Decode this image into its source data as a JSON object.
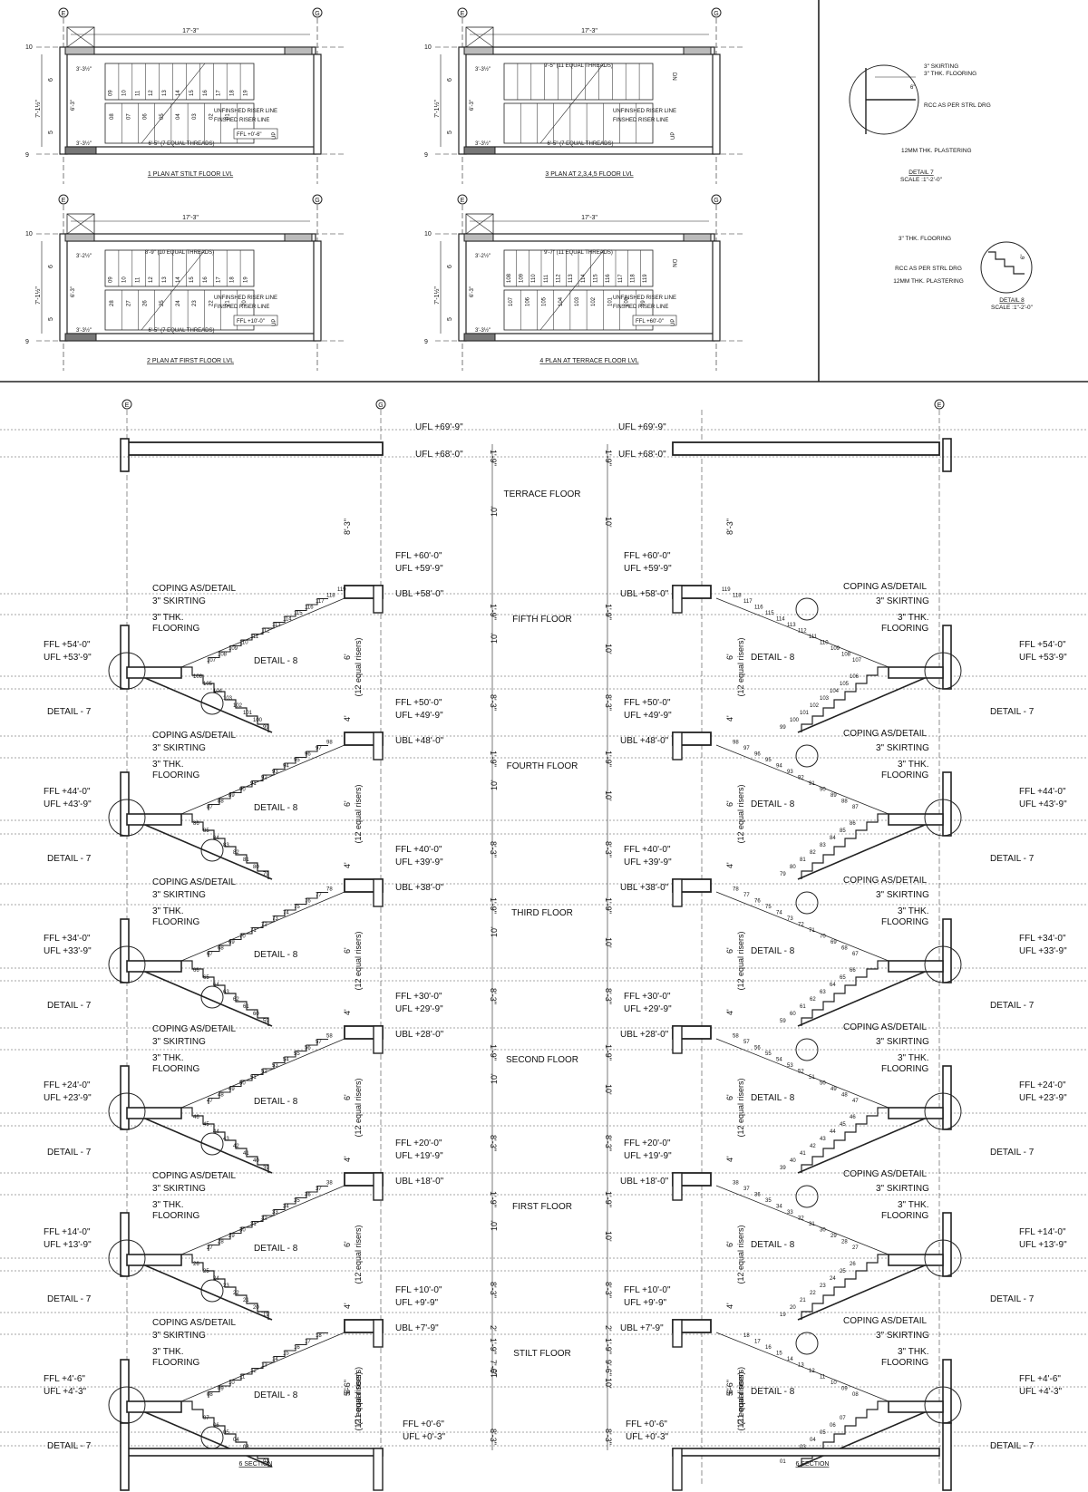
{
  "grid_labels": {
    "e": "E",
    "g": "G",
    "row10": "10",
    "row9": "9",
    "row6": "6",
    "row5": "5"
  },
  "plans": [
    {
      "id": "p1",
      "title": "1 PLAN AT STILT FLOOR LVL",
      "width_dim": "17'-3\"",
      "side_dim": "7'-1½\"",
      "top_dim": "3'-3½\"",
      "bottom_dim": "3'-3½\"",
      "mid_dim": "6'-3\"",
      "run_upper": "",
      "run_lower": "6'-5\" (7 EQUAL THREADS)",
      "treads_upper": [
        "09",
        "10",
        "11",
        "12",
        "13",
        "14",
        "15",
        "16",
        "17",
        "18",
        "19"
      ],
      "treads_lower": [
        "08",
        "07",
        "06",
        "05",
        "04",
        "03",
        "02",
        "01"
      ],
      "note1": "UNFINSHED RISER LINE",
      "note2": "FINSHED RISER LINE",
      "ffl": "FFL  +0'-6\"",
      "arrow": "UP"
    },
    {
      "id": "p3",
      "title": "3 PLAN AT 2,3,4,5 FLOOR LVL",
      "width_dim": "17'-3\"",
      "side_dim": "7'-1½\"",
      "top_dim": "3'-3½\"",
      "bottom_dim": "3'-3½\"",
      "mid_dim": "6'-3\"",
      "run_upper": "9'-5\" (11 EQUAL THREADS)",
      "run_lower": "6'-5\" (7 EQUAL THREADS)",
      "treads_upper": [],
      "treads_lower": [],
      "note1": "UNFINSHED RISER LINE",
      "note2": "FINSHED RISER LINE",
      "ffl": "",
      "arrow": "UP",
      "arrow2": "DN"
    },
    {
      "id": "p2",
      "title": "2 PLAN AT FIRST FLOOR LVL",
      "width_dim": "17'-3\"",
      "side_dim": "7'-1½\"",
      "top_dim": "3'-2½\"",
      "bottom_dim": "3'-3½\"",
      "mid_dim": "6'-3\"",
      "run_upper": "8'-9\" (10 EQUAL THREADS)",
      "run_lower": "6'-5\" (7 EQUAL THREADS)",
      "treads_upper": [
        "09",
        "10",
        "11",
        "12",
        "13",
        "14",
        "15",
        "16",
        "17",
        "18",
        "19"
      ],
      "treads_lower": [
        "28",
        "27",
        "26",
        "25",
        "24",
        "23",
        "22",
        "21",
        "20"
      ],
      "note1": "UNFINSHED RISER LINE",
      "note2": "FINSHED RISER LINE",
      "ffl": "FFL  +10'-0\"",
      "arrow": "UP"
    },
    {
      "id": "p4",
      "title": "4 PLAN AT TERRACE FLOOR LVL",
      "width_dim": "17'-3\"",
      "side_dim": "7'-1½\"",
      "top_dim": "3'-2½\"",
      "bottom_dim": "3'-3½\"",
      "mid_dim": "6'-3\"",
      "run_upper": "9'-7\" (11 EQUAL THREADS)",
      "run_lower": "",
      "treads_upper": [
        "108",
        "109",
        "110",
        "111",
        "112",
        "113",
        "114",
        "115",
        "116",
        "117",
        "118",
        "119"
      ],
      "treads_lower": [
        "107",
        "106",
        "105",
        "104",
        "103",
        "102",
        "101",
        "100",
        "99"
      ],
      "note1": "UNFINSHED RISER LINE",
      "note2": "FINSHED RISER LINE",
      "ffl": "FFL +60'-0\"",
      "arrow": "UP",
      "arrow2": "DN"
    }
  ],
  "detail7": {
    "title": "DETAIL 7",
    "scale": "SCALE :1\"-2'-0\"",
    "note_skirting": "3\" SKIRTING",
    "note_flooring": "3\" THK. FLOORING",
    "note_rcc": "RCC AS PER STRL DRG",
    "note_plaster": "12MM THK. PLASTERING",
    "dim": "6\""
  },
  "detail8": {
    "title": "DETAIL 8",
    "scale": "SCALE :1\"-2'-0\"",
    "note_flooring": "3\" THK. FLOORING",
    "note_rcc": "RCC AS PER STRL DRG",
    "note_plaster": "12MM THK. PLASTERING",
    "dim1": "6\"",
    "dim2": "6\""
  },
  "section": {
    "section_label": "6 SECTION",
    "roof_top": "UFL +69'-9\"",
    "roof_bottom": "UFL +68'-0\"",
    "terrace": "TERRACE FLOOR",
    "dim_8_3": "8'-3\"",
    "dim_1_9": "1'-9\"",
    "dim_10": "10'",
    "dim_6": "6'",
    "dim_4": "4'",
    "dim_2": "2'",
    "dim_7_6": "7'-6\"",
    "dim_9_6": "9'-6\"",
    "dim_5_6": "5'-6\"",
    "risers12": "(12 equal risers)",
    "risers11": "(11 equal risers)",
    "coping": "COPING AS/DETAIL",
    "skirting": "3\" SKIRTING",
    "flooring1": "3\" THK.",
    "flooring2": "FLOORING",
    "detail8": "DETAIL - 8",
    "detail7": "DETAIL - 7",
    "floors": [
      {
        "name": "FIFTH FLOOR",
        "landing_ffl": "FFL +60'-0\"",
        "landing_ufl": "UFL +59'-9\"",
        "ubl": "UBL +58'-0\"",
        "mid_ffl": "FFL +54'-0\"",
        "mid_ufl": "UFL +53'-9\"",
        "upper": [
          "107",
          "108",
          "109",
          "110",
          "111",
          "112",
          "113",
          "114",
          "115",
          "116",
          "117",
          "118",
          "119"
        ],
        "lower": [
          "99",
          "100",
          "101",
          "102",
          "103",
          "104",
          "105",
          "106"
        ]
      },
      {
        "name": "FOURTH FLOOR",
        "landing_ffl": "FFL +50'-0\"",
        "landing_ufl": "UFL +49'-9\"",
        "ubl": "UBL +48'-0\"",
        "mid_ffl": "FFL +44'-0\"",
        "mid_ufl": "UFL +43'-9\"",
        "upper": [
          "87",
          "88",
          "89",
          "90",
          "91",
          "92",
          "93",
          "94",
          "95",
          "96",
          "97",
          "98"
        ],
        "lower": [
          "79",
          "80",
          "81",
          "82",
          "83",
          "84",
          "85",
          "86"
        ]
      },
      {
        "name": "THIRD FLOOR",
        "landing_ffl": "FFL +40'-0\"",
        "landing_ufl": "UFL +39'-9\"",
        "ubl": "UBL +38'-0\"",
        "mid_ffl": "FFL +34'-0\"",
        "mid_ufl": "UFL +33'-9\"",
        "upper": [
          "67",
          "68",
          "69",
          "70",
          "71",
          "72",
          "73",
          "74",
          "75",
          "76",
          "77",
          "78"
        ],
        "lower": [
          "59",
          "60",
          "61",
          "62",
          "63",
          "64",
          "65",
          "66"
        ]
      },
      {
        "name": "SECOND FLOOR",
        "landing_ffl": "FFL +30'-0\"",
        "landing_ufl": "UFL +29'-9\"",
        "ubl": "UBL +28'-0\"",
        "mid_ffl": "FFL +24'-0\"",
        "mid_ufl": "UFL +23'-9\"",
        "upper": [
          "47",
          "48",
          "49",
          "50",
          "51",
          "52",
          "53",
          "54",
          "55",
          "56",
          "57",
          "58"
        ],
        "lower": [
          "39",
          "40",
          "41",
          "42",
          "43",
          "44",
          "45",
          "46"
        ]
      },
      {
        "name": "FIRST FLOOR",
        "landing_ffl": "FFL +20'-0\"",
        "landing_ufl": "UFL +19'-9\"",
        "ubl": "UBL +18'-0\"",
        "mid_ffl": "FFL +14'-0\"",
        "mid_ufl": "UFL +13'-9\"",
        "upper": [
          "27",
          "28",
          "29",
          "30",
          "31",
          "32",
          "33",
          "34",
          "35",
          "36",
          "37",
          "38"
        ],
        "lower": [
          "19",
          "20",
          "21",
          "22",
          "23",
          "24",
          "25",
          "26"
        ]
      },
      {
        "name": "STILT FLOOR",
        "landing_ffl": "FFL +10'-0\"",
        "landing_ufl": "UFL +9'-9\"",
        "ubl": "UBL +7'-9\"",
        "mid_ffl": "FFL +4'-6\"",
        "mid_ufl": "UFL +4'-3\"",
        "upper": [
          "08",
          "09",
          "10",
          "11",
          "12",
          "13",
          "14",
          "15",
          "16",
          "17",
          "18"
        ],
        "lower": [
          "01",
          "02",
          "03",
          "04",
          "05",
          "06",
          "07"
        ]
      }
    ],
    "base_ffl": "FFL +0'-6\"",
    "base_ufl": "UFL +0'-3\""
  }
}
